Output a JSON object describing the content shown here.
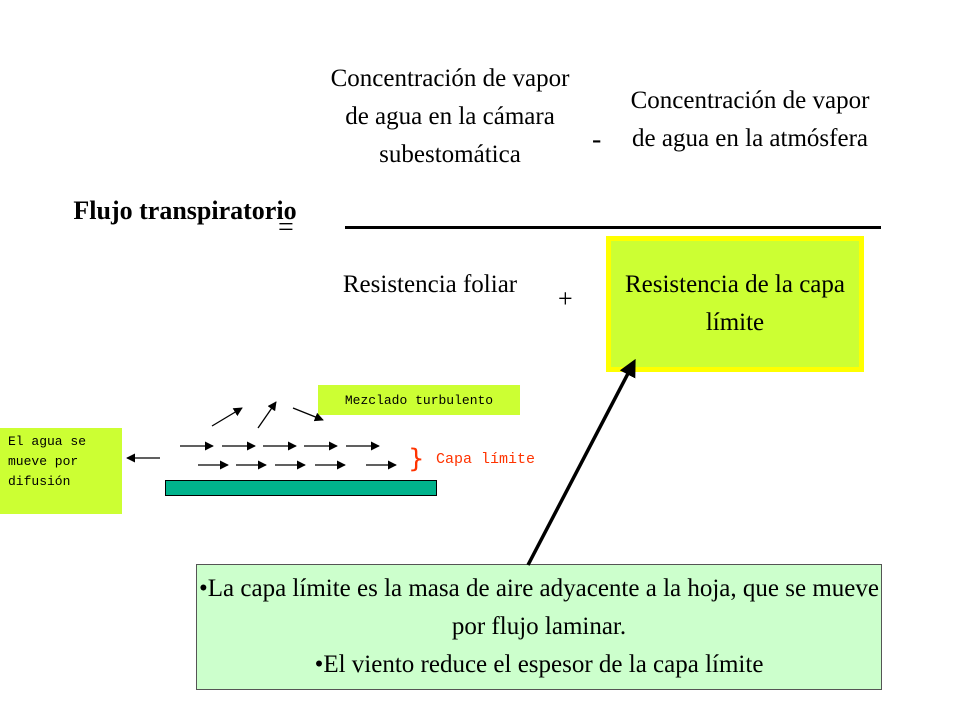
{
  "equation": {
    "lhs": "Flujo transpiratorio",
    "equals": "=",
    "numerator_left": "Concentración de vapor de agua en la cámara subestomática",
    "minus": "-",
    "numerator_right": "Concentración de vapor de agua en la atmósfera",
    "denominator_left": "Resistencia foliar",
    "plus": "+",
    "denominator_right": "Resistencia de la capa límite"
  },
  "diagram": {
    "turbulent_label": "Mezclado turbulento",
    "diffusion_label": "El agua se mueve por difusión",
    "brace": "}",
    "boundary_label": "Capa límite"
  },
  "info": {
    "line1": "•La capa límite es la masa de aire adyacente a la hoja, que se mueve por flujo laminar.",
    "line2": "•El viento reduce el espesor de la capa límite"
  },
  "colors": {
    "highlight_fill": "#ccff33",
    "highlight_border": "#ffff00",
    "info_fill": "#ccffcc",
    "leaf": "#00b38c",
    "boundary_text": "#ff3300"
  }
}
